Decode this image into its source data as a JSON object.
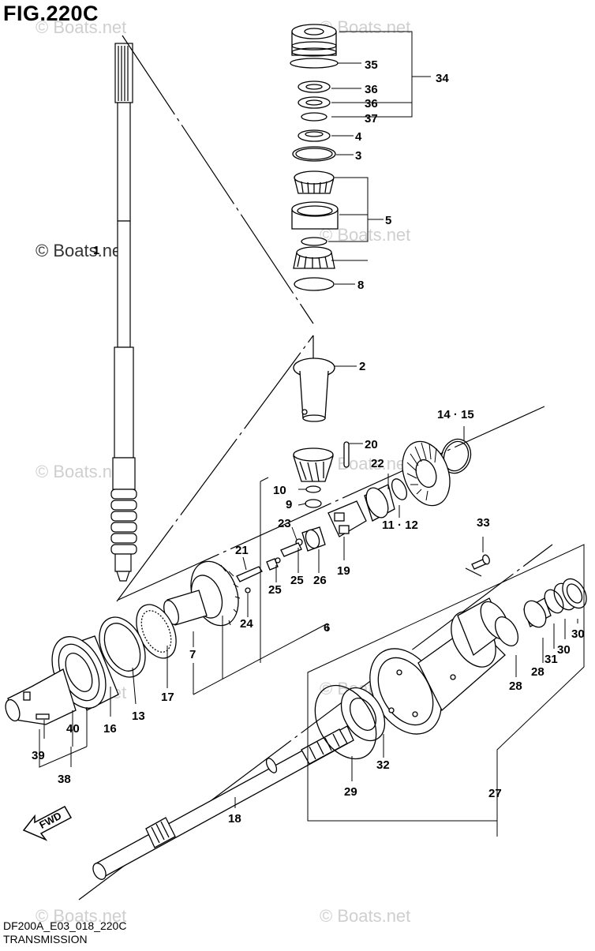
{
  "title": "FIG.220C",
  "footer": {
    "code": "DF200A_E03_018_220C",
    "name": "TRANSMISSION"
  },
  "watermark": "© Boats.net",
  "fwd_label": "FWD",
  "callouts": {
    "c1": "1",
    "c2": "2",
    "c3": "3",
    "c4": "4",
    "c5": "5",
    "c6": "6",
    "c7": "7",
    "c8": "8",
    "c9": "9",
    "c10": "10",
    "c11_12": "11 · 12",
    "c13": "13",
    "c14_15": "14 · 15",
    "c16": "16",
    "c17": "17",
    "c18": "18",
    "c19": "19",
    "c20": "20",
    "c21": "21",
    "c22": "22",
    "c23": "23",
    "c24": "24",
    "c25a": "25",
    "c25b": "25",
    "c26": "26",
    "c27": "27",
    "c28a": "28",
    "c28b": "28",
    "c29": "29",
    "c30a": "30",
    "c30b": "30",
    "c31": "31",
    "c32": "32",
    "c33": "33",
    "c34": "34",
    "c35": "35",
    "c36a": "36",
    "c36b": "36",
    "c37": "37",
    "c38": "38",
    "c39": "39",
    "c40": "40"
  }
}
